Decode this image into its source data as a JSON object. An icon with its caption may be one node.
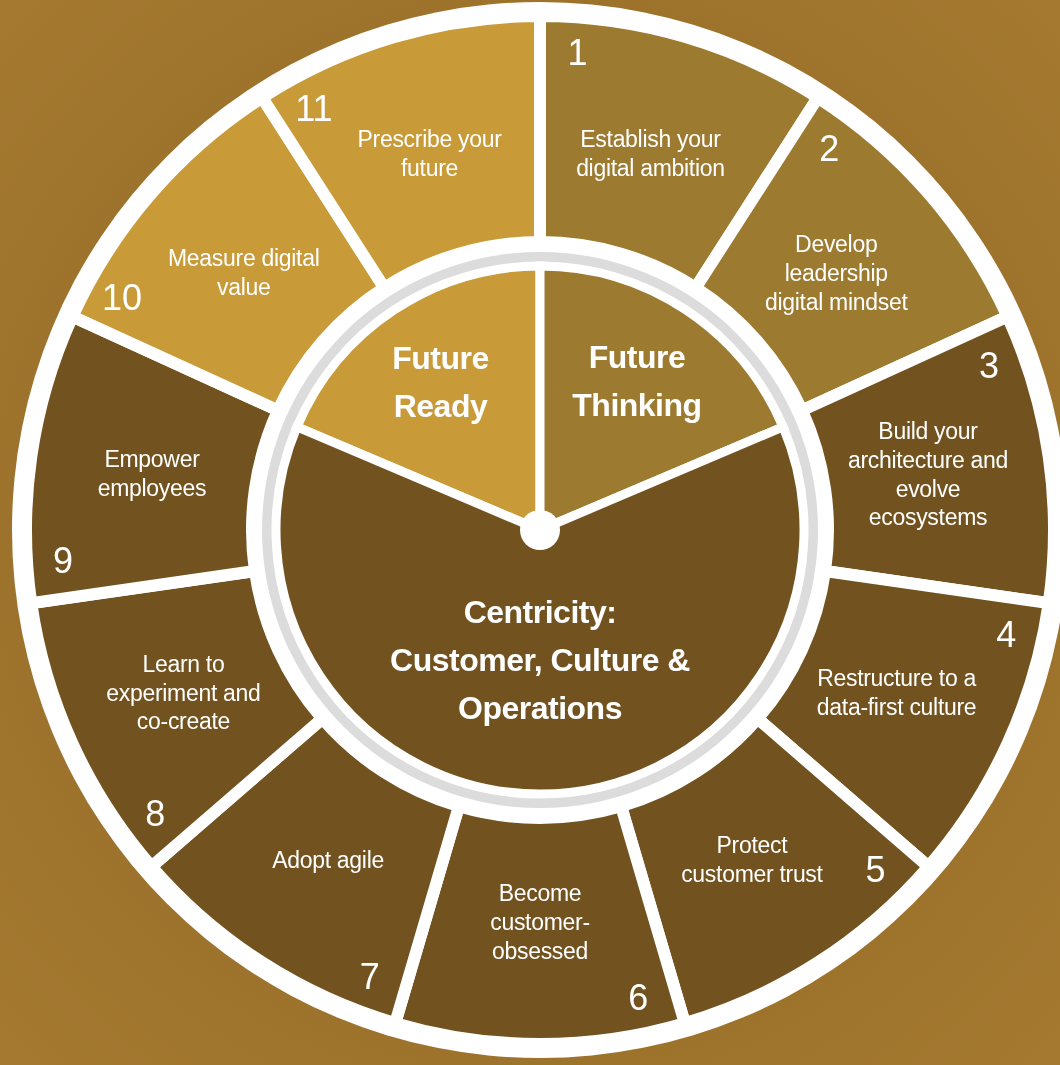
{
  "diagram": {
    "nodes": [
      {
        "text": [
          "1",
          "Establish your digital ambition"
        ]
      },
      {
        "text": [
          "2",
          "Develop leadership digital mindset"
        ]
      },
      {
        "text": [
          "3",
          "Build your architecture and evolve ecosystems"
        ]
      },
      {
        "text": [
          "4",
          "Restructure to a data-first culture"
        ]
      },
      {
        "text": [
          "Protect customer trust",
          "5"
        ]
      },
      {
        "text": [
          "Become customer-obsessed",
          "6"
        ]
      },
      {
        "text": [
          "Adopt agile",
          "7"
        ]
      },
      {
        "text": [
          "Learn to experiment and co-create",
          "8"
        ]
      },
      {
        "text": [
          "Empower employees",
          "9"
        ]
      },
      {
        "text": [
          "10",
          "Measure digital value"
        ]
      },
      {
        "text": [
          "11",
          "Prescribe your future"
        ]
      },
      {
        "text": [
          "Future Ready"
        ]
      },
      {
        "text": [
          "Future Thinking"
        ]
      },
      {
        "text": [
          "Centricity: Customer, Culture & Operations"
        ]
      }
    ],
    "edges": []
  }
}
